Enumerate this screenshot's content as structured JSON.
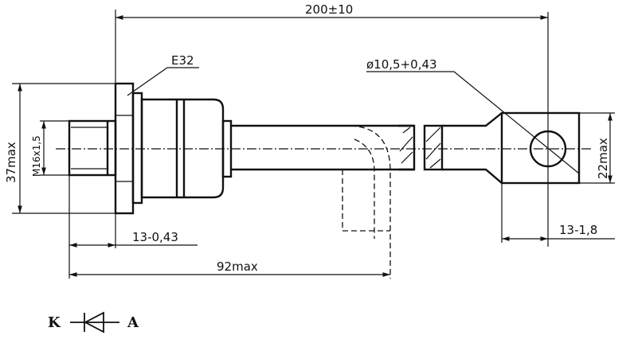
{
  "drawing": {
    "dimensions": {
      "overall_length": "200±10",
      "hex_size": "E32",
      "hole_diameter": "ø10,5+0,43",
      "max_diameter": "37max",
      "thread": "M16x1,5",
      "lug_width": "22max",
      "thread_length": "13-0,43",
      "body_length": "92max",
      "lug_offset": "13-1,8"
    },
    "symbol": {
      "cathode_label": "K",
      "anode_label": "A"
    }
  }
}
